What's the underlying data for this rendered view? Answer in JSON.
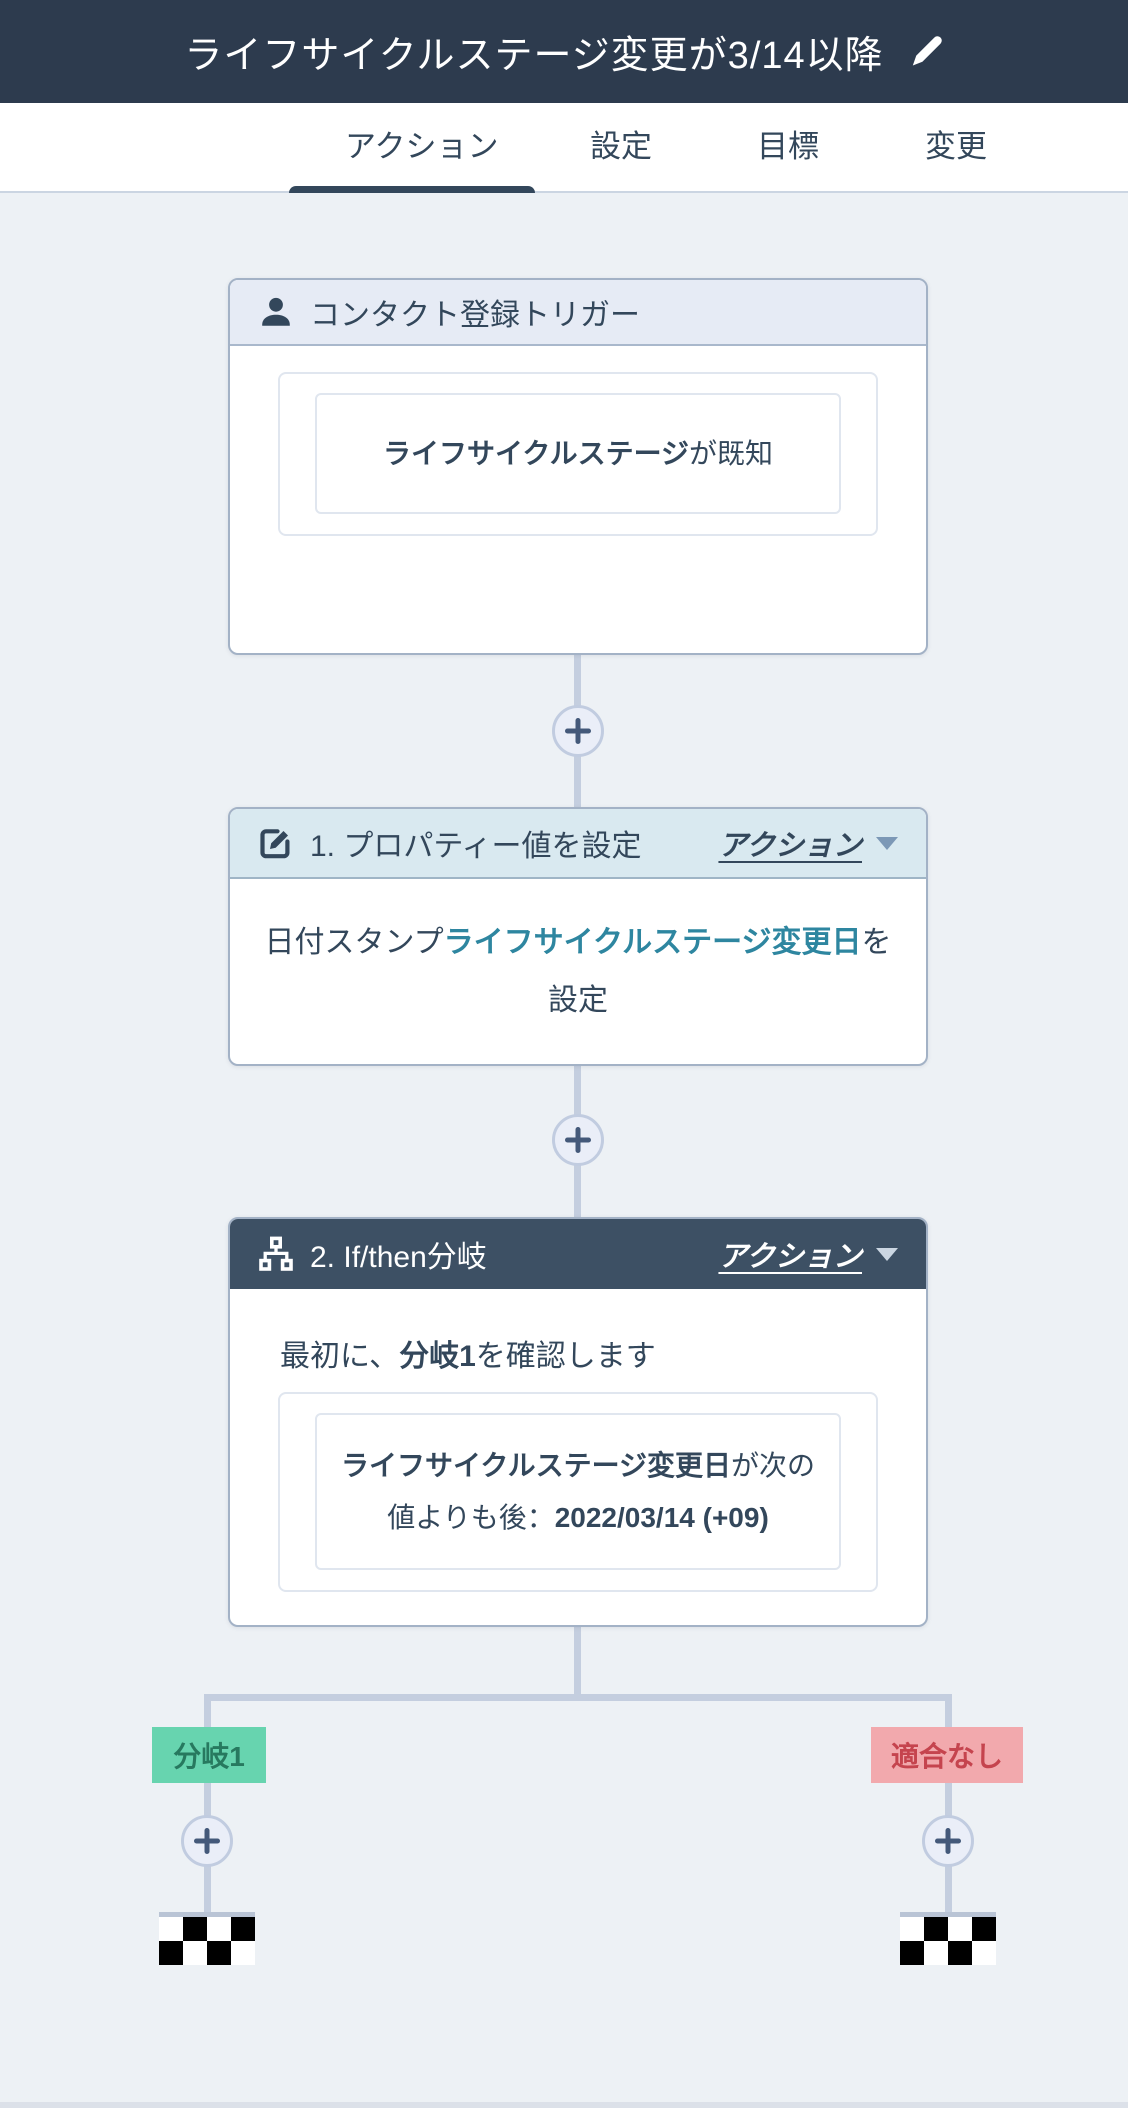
{
  "header": {
    "title": "ライフサイクルステージ変更が3/14以降"
  },
  "tabs": {
    "items": [
      {
        "label": "アクション",
        "active": true
      },
      {
        "label": "設定",
        "active": false
      },
      {
        "label": "目標",
        "active": false
      },
      {
        "label": "変更",
        "active": false
      }
    ]
  },
  "workflow": {
    "trigger_card": {
      "title": "コンタクト登録トリガー",
      "condition": {
        "bold": "ライフサイクルステージ",
        "rest": "が既知"
      }
    },
    "action1_card": {
      "title": "1. プロパティー値を設定",
      "menu_label": "アクション",
      "body": {
        "prefix": "日付スタンプ",
        "link": "ライフサイクルステージ変更日",
        "suffix": "を",
        "line2": "設定"
      }
    },
    "action2_card": {
      "title": "2. If/then分岐",
      "menu_label": "アクション",
      "intro": {
        "prefix": "最初に、",
        "bold": "分岐1",
        "suffix": "を確認します"
      },
      "condition": {
        "line1_bold": "ライフサイクルステージ変更日",
        "line1_rest": "が次の値",
        "line2_prefix": "よりも後：",
        "line2_bold": "2022/03/14 (+09)"
      }
    },
    "branches": {
      "left_label": "分岐1",
      "right_label": "適合なし"
    }
  },
  "icons": {
    "title_edit": "pencil-icon",
    "trigger": "contact-person-icon",
    "action1": "edit-compose-icon",
    "action2": "sitemap-branch-icon",
    "add": "plus-icon",
    "menu": "chevron-down-icon",
    "goal": "checkered-flag-icon"
  },
  "colors": {
    "app_header_bg": "#2d3b4e",
    "text_primary": "#33475b",
    "canvas_bg": "#edf1f5",
    "link_teal": "#2e86a0",
    "branch_green_bg": "#67d4af",
    "branch_green_text": "#27795f",
    "no_match_red_bg": "#f2a9ad",
    "no_match_red_text": "#c5444e",
    "ifthen_header_bg": "#3d5064",
    "connector": "#c4cedf"
  }
}
